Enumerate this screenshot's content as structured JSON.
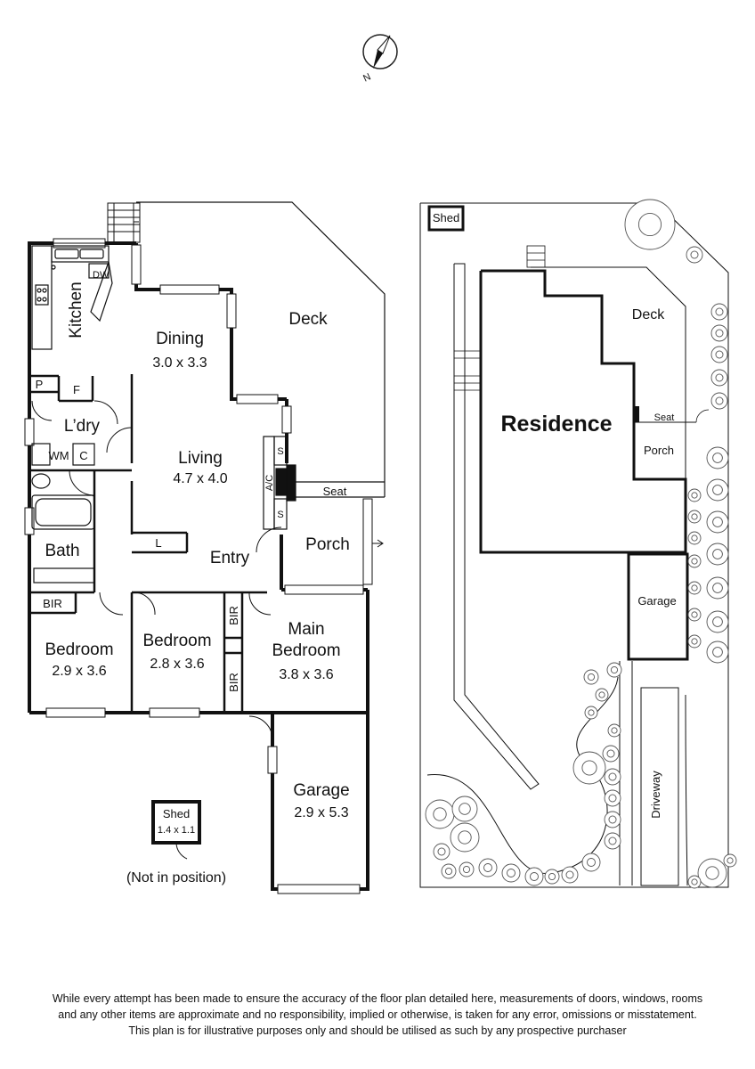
{
  "floor_plan": {
    "rooms": {
      "kitchen": "Kitchen",
      "dw": "DW",
      "dining": {
        "name": "Dining",
        "dims": "3.0 x 3.3"
      },
      "deck": "Deck",
      "pantry": "P",
      "fridge": "F",
      "laundry": "L’dry",
      "wm": "WM",
      "c": "C",
      "living": {
        "name": "Living",
        "dims": "4.7 x 4.0"
      },
      "s1": "S",
      "s2": "S",
      "ac": "A/C",
      "seat": "Seat",
      "bath": "Bath",
      "linen": "L",
      "entry": "Entry",
      "porch": "Porch",
      "bir": "BIR",
      "bir2": "BIR",
      "bir3": "BIR",
      "bedroom1": {
        "name": "Bedroom",
        "dims": "2.9 x 3.6"
      },
      "bedroom2": {
        "name": "Bedroom",
        "dims": "2.8 x 3.6"
      },
      "main_bedroom": {
        "line1": "Main",
        "line2": "Bedroom",
        "dims": "3.8 x 3.6"
      },
      "garage": {
        "name": "Garage",
        "dims": "2.9 x 5.3"
      },
      "shed": {
        "name": "Shed",
        "dims": "1.4 x 1.1"
      },
      "not_in_position": "(Not in position)"
    },
    "compass": "N"
  },
  "site_plan": {
    "shed": "Shed",
    "residence": "Residence",
    "deck": "Deck",
    "seat": "Seat",
    "porch": "Porch",
    "garage": "Garage",
    "driveway": "Driveway"
  },
  "disclaimer": {
    "line1": "While every attempt has been made to ensure the accuracy of the floor plan detailed here, measurements of doors, windows, rooms",
    "line2": "and any other items are approximate and no responsibility, implied or otherwise, is taken for any error, omissions or misstatement.",
    "line3": "This plan is for illustrative purposes only and should be utilised as such by any prospective purchaser"
  }
}
